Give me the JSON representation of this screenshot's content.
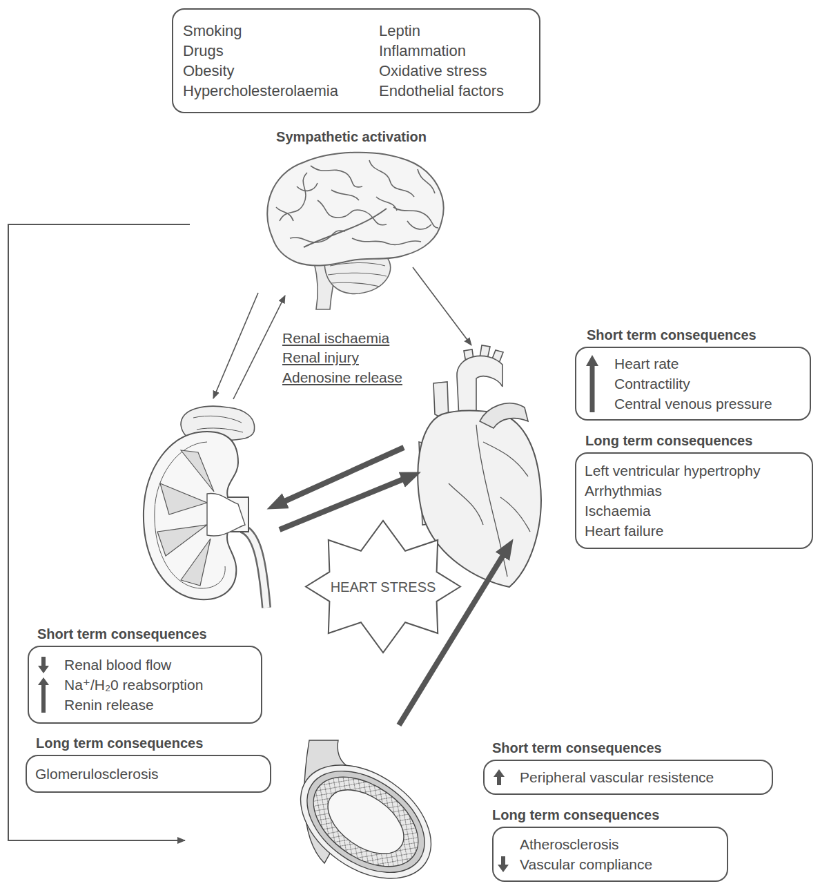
{
  "diagram": {
    "nodes": [
      {
        "text": [
          "Smoking",
          "Drugs",
          "Obesity",
          "Hypercholesterolaemia",
          "Leptin",
          "Inflammation",
          "Oxidative stress",
          "Endothelial factors"
        ]
      },
      {
        "text": [
          "Short term consequences",
          "Heart rate",
          "Contractility",
          "Central venous pressure"
        ]
      },
      {
        "text": [
          "Long term consequences",
          "Left ventricular hypertrophy",
          "Arrhythmias",
          "Ischaemia",
          "Heart failure"
        ]
      },
      {
        "text": [
          "HEART STRESS"
        ]
      },
      {
        "text": [
          "Short term consequences",
          "Renal blood flow",
          "Na⁺/H₂0 reabsorption",
          "Renin release"
        ]
      },
      {
        "text": [
          "Long term consequences",
          "Glomerulosclerosis"
        ]
      },
      {
        "text": [
          "Short term consequences",
          "Peripheral vascular resistence"
        ]
      },
      {
        "text": [
          "Long term consequences",
          "Atherosclerosis",
          "Vascular compliance"
        ]
      }
    ],
    "labels": [
      "Sympathetic activation",
      "Renal ischaemia",
      "Renal injury",
      "Adenosine release"
    ]
  }
}
